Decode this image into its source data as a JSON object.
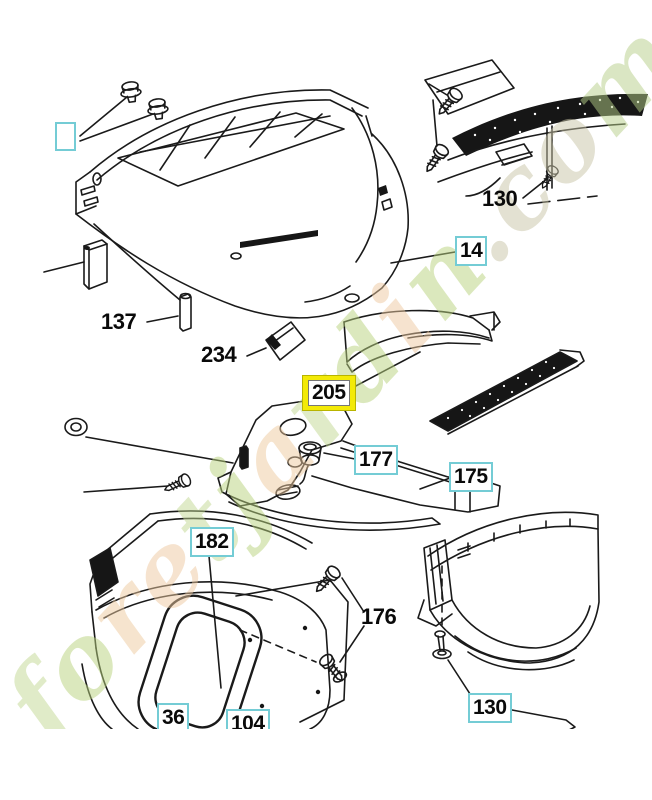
{
  "diagram": {
    "type": "exploded-parts-diagram",
    "subject": "tractor dashboard and front panel parts"
  },
  "colors": {
    "line": "#1a1a1a",
    "label_text": "#0a0a0a",
    "box_border": "#74ccd5",
    "box_bg": "#ffffff",
    "highlight_bg": "#f3ea07",
    "highlight_border": "#b8b400",
    "highlight_inner_border": "#777777"
  },
  "labels": {
    "cutoff_left": {
      "part_number": ""
    },
    "top_130": {
      "part_number": "130"
    },
    "n14": {
      "part_number": "14"
    },
    "n137": {
      "part_number": "137"
    },
    "n234": {
      "part_number": "234"
    },
    "n205": {
      "part_number": "205"
    },
    "n177": {
      "part_number": "177"
    },
    "n175": {
      "part_number": "175"
    },
    "n182": {
      "part_number": "182"
    },
    "n176": {
      "part_number": "176"
    },
    "n36": {
      "part_number": "36"
    },
    "n104": {
      "part_number": "104"
    },
    "bottom_130": {
      "part_number": "130"
    }
  },
  "watermark": {
    "text": "foretjardin.com",
    "opacity": 0.5,
    "letters": [
      {
        "ch": "f",
        "color": "#c2d893"
      },
      {
        "ch": "o",
        "color": "#b9d37e"
      },
      {
        "ch": "r",
        "color": "#eeca9f"
      },
      {
        "ch": "e",
        "color": "#eec9a0"
      },
      {
        "ch": "t",
        "color": "#c2d893"
      },
      {
        "ch": "j",
        "color": "#b9d37e"
      },
      {
        "ch": "a",
        "color": "#eeca9f"
      },
      {
        "ch": "r",
        "color": "#c2d893"
      },
      {
        "ch": "d",
        "color": "#b9d37e"
      },
      {
        "ch": "i",
        "color": "#eec9a0"
      },
      {
        "ch": "n",
        "color": "#b9d37e"
      },
      {
        "ch": ".",
        "color": "#c8c4a6"
      },
      {
        "ch": "c",
        "color": "#c8c4a6"
      },
      {
        "ch": "o",
        "color": "#c8c4a6"
      },
      {
        "ch": "m",
        "color": "#b6cf88"
      }
    ]
  }
}
